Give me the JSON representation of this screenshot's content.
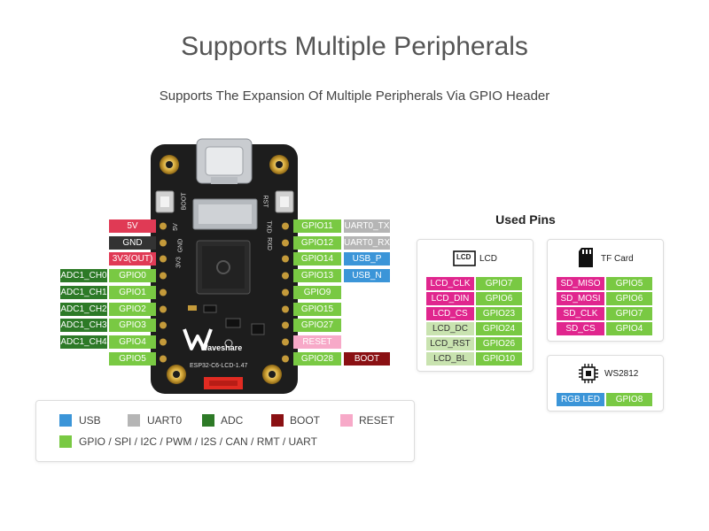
{
  "title": "Supports Multiple Peripherals",
  "subtitle": "Supports The Expansion Of Multiple Peripherals Via GPIO Header",
  "colors": {
    "usb": "#3b95d8",
    "uart": "#b5b5b5",
    "adc": "#2d7a27",
    "boot": "#8a1013",
    "reset": "#f7a9c8",
    "gpio": "#79c943",
    "power": "#e03a55",
    "gnd": "#333333",
    "lcd": "#e0268e",
    "lcd_light": "#c9e3b0"
  },
  "board": {
    "brand": "Waveshare",
    "model": "ESP32-C6-LCD-1.47",
    "silk": [
      "BOOT",
      "RST",
      "5V",
      "GND",
      "3V3",
      "RXD",
      "TXD"
    ]
  },
  "left_pins": [
    [
      "5V"
    ],
    [
      "GND"
    ],
    [
      "3V3(OUT)"
    ],
    [
      "ADC1_CH0",
      "GPIO0"
    ],
    [
      "ADC1_CH1",
      "GPIO1"
    ],
    [
      "ADC1_CH2",
      "GPIO2"
    ],
    [
      "ADC1_CH3",
      "GPIO3"
    ],
    [
      "ADC1_CH4",
      "GPIO4"
    ],
    [
      "GPIO5"
    ]
  ],
  "right_pins": [
    [
      "GPIO11",
      "UART0_TX"
    ],
    [
      "GPIO12",
      "UART0_RX"
    ],
    [
      "GPIO14",
      "USB_P"
    ],
    [
      "GPIO13",
      "USB_N"
    ],
    [
      "GPIO9"
    ],
    [
      "GPIO15"
    ],
    [
      "GPIO27"
    ],
    [
      "RESET"
    ],
    [
      "GPIO28",
      "BOOT"
    ]
  ],
  "used_pins": {
    "title": "Used Pins",
    "lcd": {
      "name": "LCD",
      "icon": "LCD",
      "rows": [
        [
          "LCD_CLK",
          "GPIO7"
        ],
        [
          "LCD_DIN",
          "GPIO6"
        ],
        [
          "LCD_CS",
          "GPIO23"
        ],
        [
          "LCD_DC",
          "GPIO24"
        ],
        [
          "LCD_RST",
          "GPIO26"
        ],
        [
          "LCD_BL",
          "GPIO10"
        ]
      ]
    },
    "tf": {
      "name": "TF Card",
      "rows": [
        [
          "SD_MISO",
          "GPIO5"
        ],
        [
          "SD_MOSI",
          "GPIO6"
        ],
        [
          "SD_CLK",
          "GPIO7"
        ],
        [
          "SD_CS",
          "GPIO4"
        ]
      ]
    },
    "ws": {
      "name": "WS2812",
      "rows": [
        [
          "RGB LED",
          "GPIO8"
        ]
      ]
    }
  },
  "legend": {
    "usb": "USB",
    "uart": "UART0",
    "adc": "ADC",
    "boot": "BOOT",
    "reset": "RESET",
    "gpio": "GPIO / SPI / I2C / PWM / I2S / CAN / RMT / UART"
  }
}
